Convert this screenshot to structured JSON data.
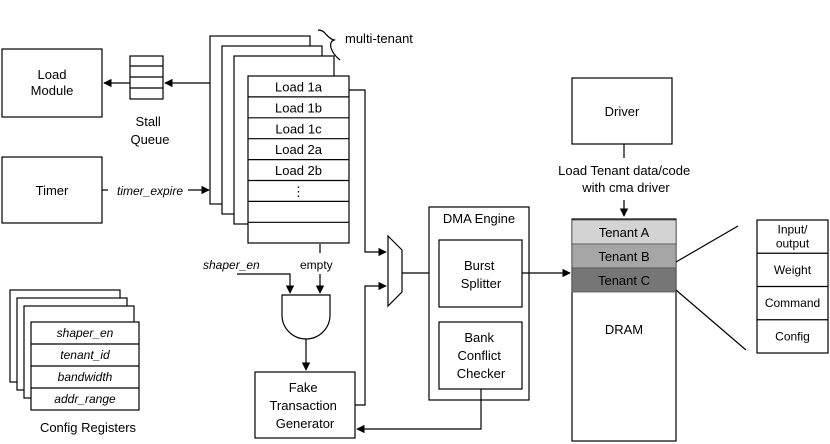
{
  "load_module": "Load Module",
  "stall_queue": [
    "Stall",
    "Queue"
  ],
  "timer": "Timer",
  "timer_expire": "timer_expire",
  "multi_tenant": "multi-tenant",
  "load_queue": [
    "Load 1a",
    "Load 1b",
    "Load 1c",
    "Load 2a",
    "Load 2b",
    "⋮",
    "",
    ""
  ],
  "shaper_en": "shaper_en",
  "empty": "empty",
  "config_registers": {
    "fields": [
      "shaper_en",
      "tenant_id",
      "bandwidth",
      "addr_range"
    ],
    "caption": "Config Registers"
  },
  "fake_transaction_generator": [
    "Fake",
    "Transaction",
    "Generator"
  ],
  "dma_engine": {
    "title": "DMA Engine",
    "burst_splitter": [
      "Burst",
      "Splitter"
    ],
    "bank_conflict_checker": [
      "Bank",
      "Conflict",
      "Checker"
    ]
  },
  "driver": "Driver",
  "driver_note": [
    "Load Tenant data/code",
    "with cma driver"
  ],
  "dram": {
    "label": "DRAM",
    "tenants": [
      {
        "label": "Tenant A",
        "color": "#d3d3d3"
      },
      {
        "label": "Tenant B",
        "color": "#a6a6a6"
      },
      {
        "label": "Tenant C",
        "color": "#767676"
      }
    ]
  },
  "segments": [
    "Input/\noutput",
    "Weight",
    "Command",
    "Config"
  ]
}
